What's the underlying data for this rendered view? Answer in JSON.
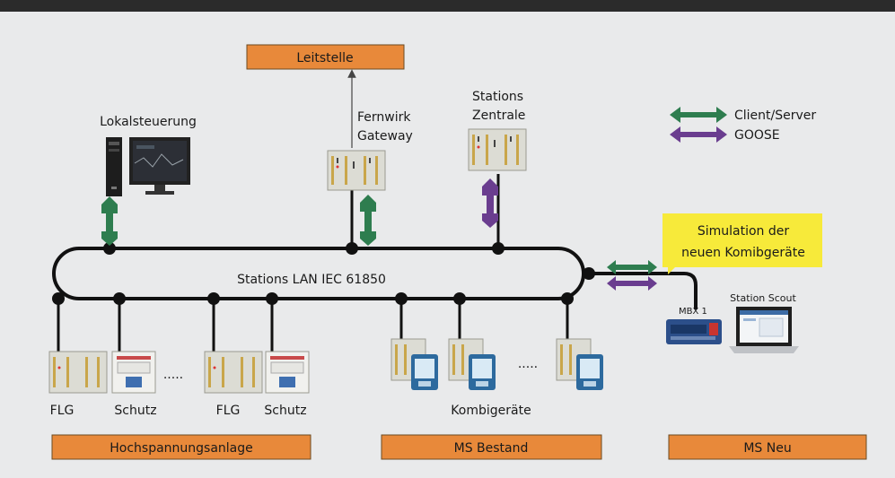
{
  "boxes": {
    "leitstelle": "Leitstelle",
    "hochspannung": "Hochspannungsanlage",
    "ms_bestand": "MS Bestand",
    "ms_neu": "MS Neu"
  },
  "labels": {
    "lokalsteuerung": "Lokalsteuerung",
    "fernwirk_line1": "Fernwirk",
    "fernwirk_line2": "Gateway",
    "stations_line1": "Stations",
    "stations_line2": "Zentrale",
    "lan": "Stations LAN IEC 61850",
    "flg_1": "FLG",
    "schutz_1": "Schutz",
    "flg_2": "FLG",
    "schutz_2": "Schutz",
    "dots_1": ".....",
    "dots_2": ".....",
    "kombigeraete": "Kombigeräte",
    "mbx": "MBX 1",
    "station_scout": "Station Scout"
  },
  "legend": {
    "client_server": "Client/Server",
    "goose": "GOOSE",
    "client_server_color": "#2e7d4f",
    "goose_color": "#6a3d8f"
  },
  "callout": {
    "line1": "Simulation der",
    "line2": "neuen Komibgeräte",
    "color": "#f7ea3a"
  },
  "colors": {
    "box_fill": "#e8893a",
    "bus": "#111111"
  }
}
